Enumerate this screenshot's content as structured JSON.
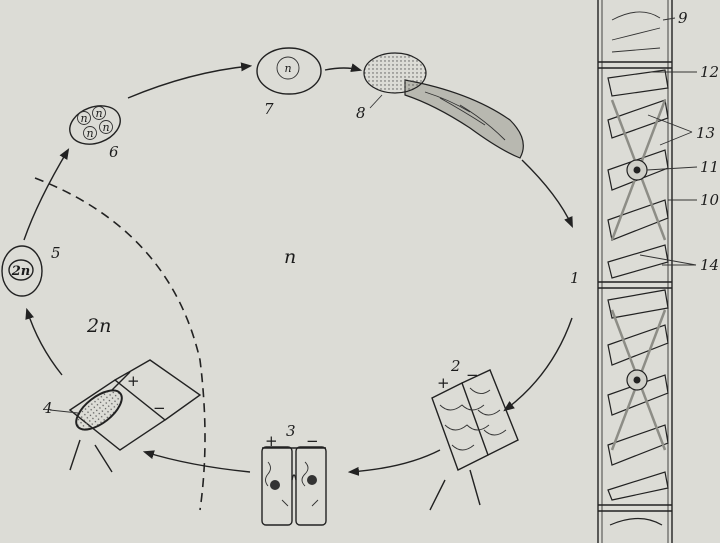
{
  "ploidy": {
    "haploid": "n",
    "diploid": "2n"
  },
  "stages": {
    "s1": "1",
    "s2": "2",
    "s3": "3",
    "s4": "4",
    "s5": "5",
    "s6": "6",
    "s7": "7",
    "s8": "8"
  },
  "cell_labels": {
    "c9": "9",
    "c10": "10",
    "c11": "11",
    "c12": "12",
    "c13": "13",
    "c14": "14"
  },
  "signs": {
    "plus": "+",
    "minus": "−"
  },
  "inner_marks": {
    "n": "n",
    "zygote": "2n"
  }
}
